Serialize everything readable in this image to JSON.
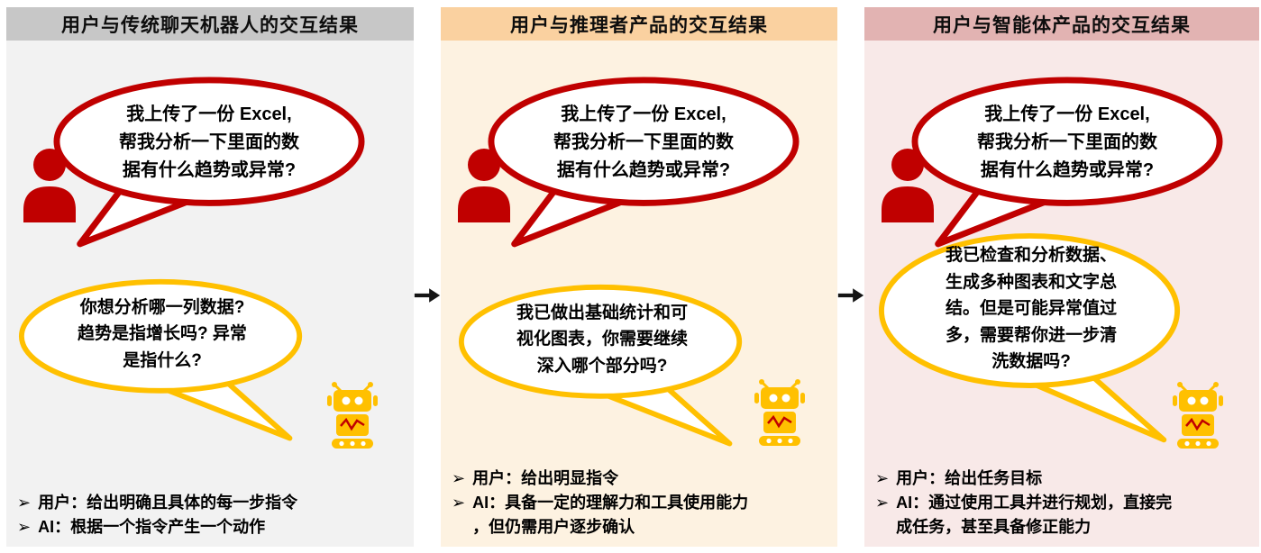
{
  "bullet_marker": "➢",
  "colors": {
    "user_bubble_border": "#c00000",
    "ai_bubble_border": "#ffc000",
    "panel1_header_bg": "#c7c7c7",
    "panel1_body_bg": "#f2f2f2",
    "panel2_header_bg": "#fad1a0",
    "panel2_body_bg": "#fdf2e1",
    "panel3_header_bg": "#e2b3b2",
    "panel3_body_bg": "#f8e9e8",
    "arrow": "#141414"
  },
  "panels": [
    {
      "title": "用户与传统聊天机器人的交互结果",
      "user_bubble": "我上传了一份 Excel,\n帮我分析一下里面的数\n据有什么趋势或异常?",
      "ai_bubble": "你想分析哪一列数据?\n趋势是指增长吗? 异常\n是指什么?",
      "bullets": [
        "用户：给出明确且具体的每一步指令",
        "AI：根据一个指令产生一个动作"
      ]
    },
    {
      "title": "用户与推理者产品的交互结果",
      "user_bubble": "我上传了一份 Excel,\n帮我分析一下里面的数\n据有什么趋势或异常?",
      "ai_bubble": "我已做出基础统计和可\n视化图表，你需要继续\n深入哪个部分吗?",
      "bullets": [
        "用户：给出明显指令",
        "AI：具备一定的理解力和工具使用能力\n，但仍需用户逐步确认"
      ]
    },
    {
      "title": "用户与智能体产品的交互结果",
      "user_bubble": "我上传了一份 Excel,\n帮我分析一下里面的数\n据有什么趋势或异常?",
      "ai_bubble": "我已检查和分析数据、\n生成多种图表和文字总\n结。但是可能异常值过\n多，需要帮你进一步清\n洗数据吗?",
      "bullets": [
        "用户：给出任务目标",
        "AI：通过使用工具并进行规划，直接完\n成任务，甚至具备修正能力"
      ]
    }
  ]
}
